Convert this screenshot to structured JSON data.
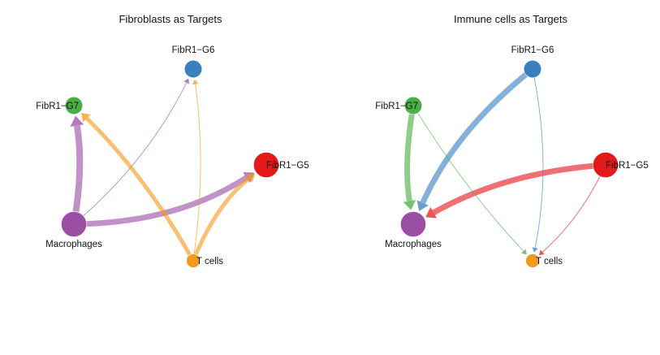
{
  "colors": {
    "FibR1-G5": "#e3191c",
    "FibR1-G6": "#3a7fbe",
    "FibR1-G7": "#4bae47",
    "Macrophages": "#9a4fa4",
    "T cells": "#f39a1b"
  },
  "panels": [
    {
      "title": "Fibroblasts as Targets",
      "nodes": [
        {
          "id": "FibR1-G6",
          "label": "FibR1−G6",
          "size": 2
        },
        {
          "id": "FibR1-G7",
          "label": "FibR1−G7",
          "size": 2
        },
        {
          "id": "FibR1-G5",
          "label": "FibR1−G5",
          "size": 4
        },
        {
          "id": "Macrophages",
          "label": "Macrophages",
          "size": 4
        },
        {
          "id": "T cells",
          "label": "T cells",
          "size": 1
        }
      ],
      "edges": [
        {
          "source": "Macrophages",
          "target": "FibR1-G7",
          "weight": 8
        },
        {
          "source": "Macrophages",
          "target": "FibR1-G5",
          "weight": 7
        },
        {
          "source": "Macrophages",
          "target": "FibR1-G6",
          "weight": 1
        },
        {
          "source": "T cells",
          "target": "FibR1-G7",
          "weight": 5
        },
        {
          "source": "T cells",
          "target": "FibR1-G5",
          "weight": 5
        },
        {
          "source": "T cells",
          "target": "FibR1-G6",
          "weight": 1
        }
      ]
    },
    {
      "title": "Immune cells as Targets",
      "nodes": [
        {
          "id": "FibR1-G6",
          "label": "FibR1−G6",
          "size": 2
        },
        {
          "id": "FibR1-G7",
          "label": "FibR1−G7",
          "size": 2
        },
        {
          "id": "FibR1-G5",
          "label": "FibR1−G5",
          "size": 4
        },
        {
          "id": "Macrophages",
          "label": "Macrophages",
          "size": 4
        },
        {
          "id": "T cells",
          "label": "T cells",
          "size": 1
        }
      ],
      "edges": [
        {
          "source": "FibR1-G6",
          "target": "Macrophages",
          "weight": 7
        },
        {
          "source": "FibR1-G7",
          "target": "Macrophages",
          "weight": 7
        },
        {
          "source": "FibR1-G5",
          "target": "Macrophages",
          "weight": 7
        },
        {
          "source": "FibR1-G6",
          "target": "T cells",
          "weight": 1
        },
        {
          "source": "FibR1-G7",
          "target": "T cells",
          "weight": 1
        },
        {
          "source": "FibR1-G5",
          "target": "T cells",
          "weight": 1
        }
      ]
    }
  ]
}
